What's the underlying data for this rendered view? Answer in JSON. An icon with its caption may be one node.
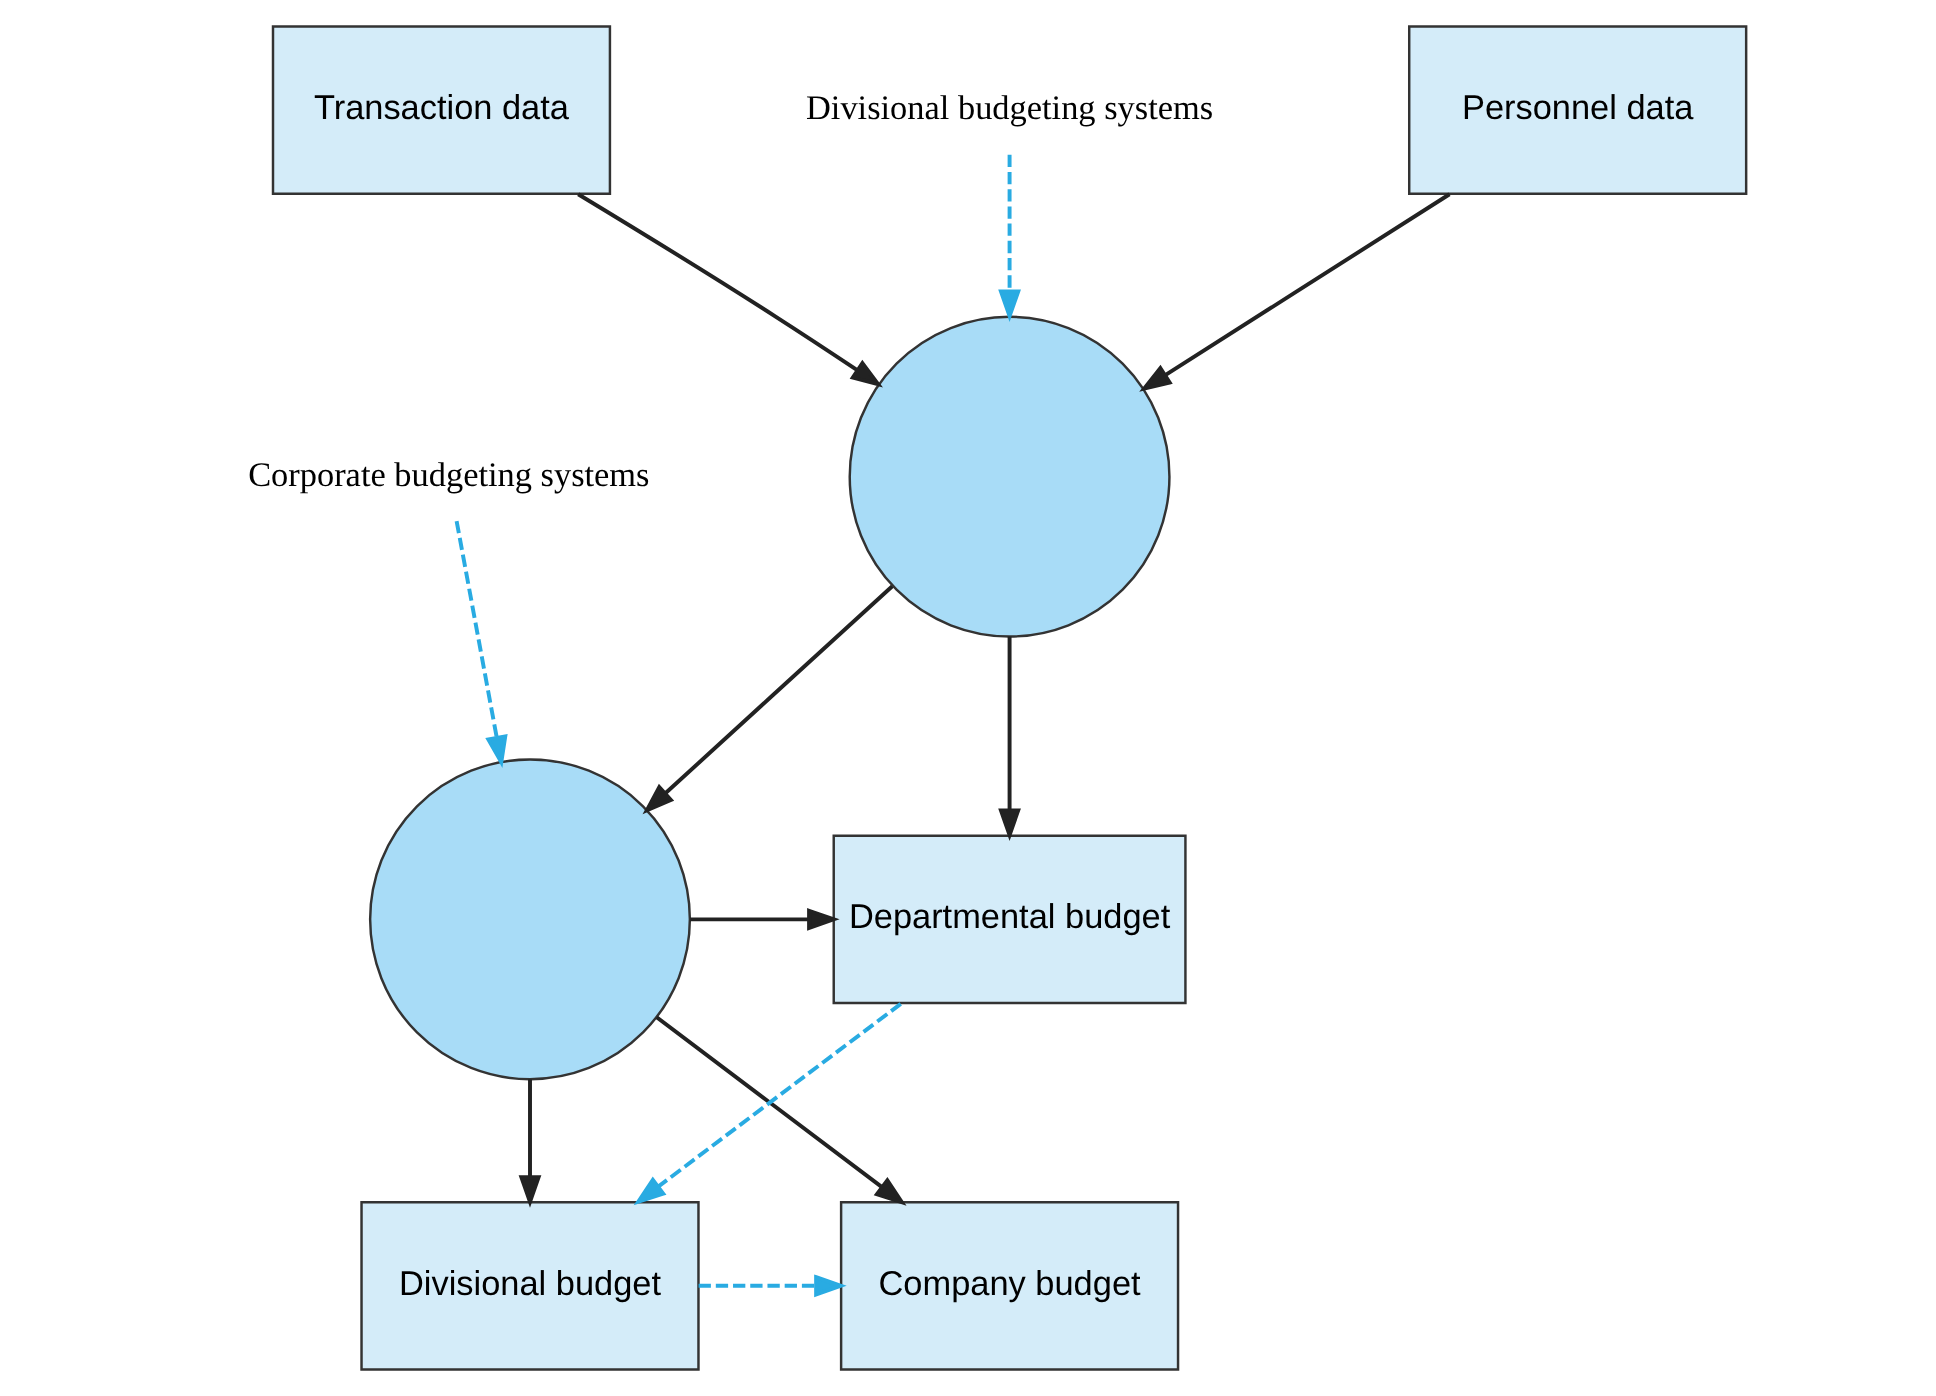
{
  "diagram": {
    "nodes": [
      {
        "text": [
          "Transaction data"
        ]
      },
      {
        "text": [
          "Divisional budgeting systems"
        ]
      },
      {
        "text": [],
        "shape": "circle"
      },
      {
        "text": [
          "Personnel data"
        ]
      },
      {
        "text": [
          "Corporate budgeting systems"
        ]
      },
      {
        "text": [],
        "shape": "circle"
      },
      {
        "text": [
          "Departmental budget"
        ]
      },
      {
        "text": [
          "Divisional budget"
        ]
      },
      {
        "text": [
          "Company budget"
        ]
      }
    ],
    "edges": [
      {
        "from": 0,
        "to": 2,
        "arrow": "to"
      },
      {
        "from": 3,
        "to": 2,
        "arrow": "to"
      },
      {
        "from": 1,
        "to": 2,
        "arrow": "to",
        "style": "dashed",
        "color": "#29abe2"
      },
      {
        "from": 2,
        "to": 6,
        "arrow": "to"
      },
      {
        "from": 2,
        "to": 5,
        "arrow": "to"
      },
      {
        "from": 4,
        "to": 5,
        "arrow": "to",
        "style": "dashed",
        "color": "#29abe2"
      },
      {
        "from": 5,
        "to": 6,
        "arrow": "to"
      },
      {
        "from": 5,
        "to": 7,
        "arrow": "to"
      },
      {
        "from": 5,
        "to": 8,
        "arrow": "to"
      },
      {
        "from": 6,
        "to": 7,
        "arrow": "to",
        "style": "dashed",
        "color": "#29abe2"
      },
      {
        "from": 7,
        "to": 8,
        "arrow": "to",
        "style": "dashed",
        "color": "#29abe2"
      }
    ]
  }
}
